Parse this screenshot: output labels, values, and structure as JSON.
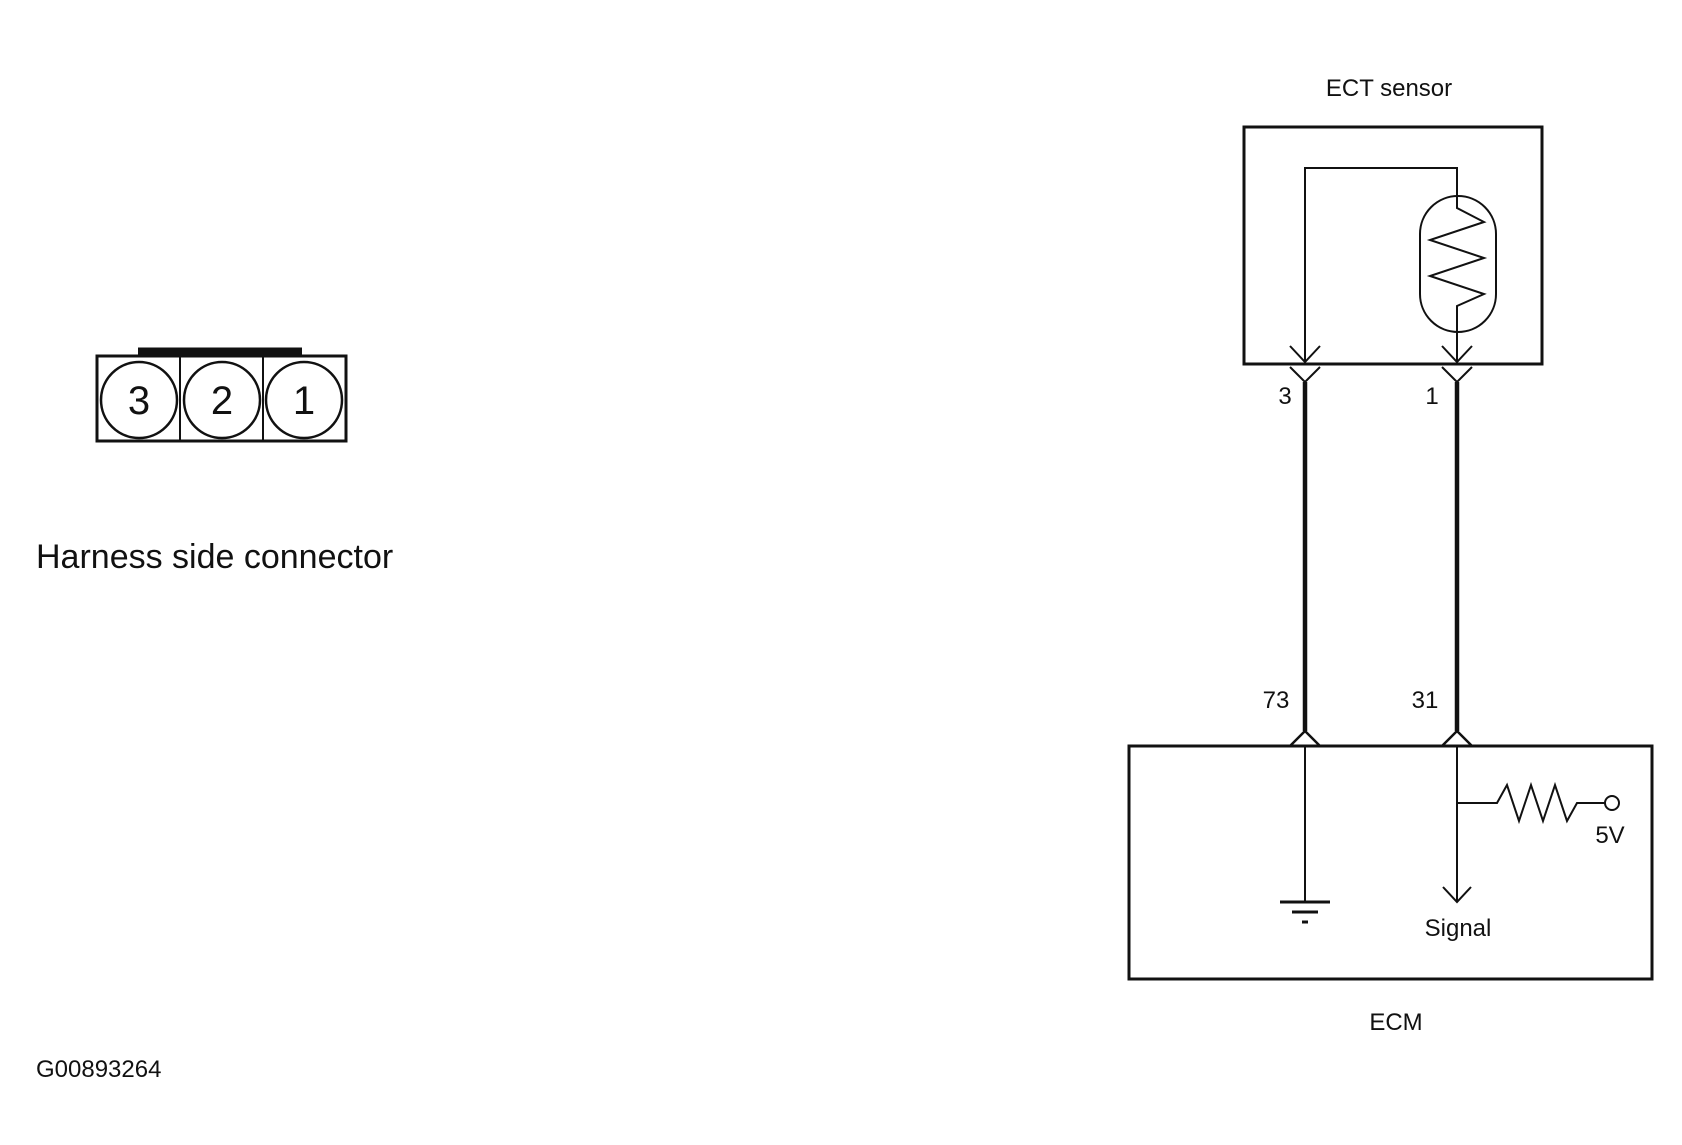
{
  "connector": {
    "caption": "Harness side connector",
    "pins": [
      "3",
      "2",
      "1"
    ]
  },
  "sensor": {
    "title": "ECT sensor",
    "pin_left": "3",
    "pin_right": "1"
  },
  "ecm": {
    "title": "ECM",
    "pin_left": "73",
    "pin_right": "31",
    "supply_label": "5V",
    "signal_label": "Signal"
  },
  "figure_id": "G00893264"
}
